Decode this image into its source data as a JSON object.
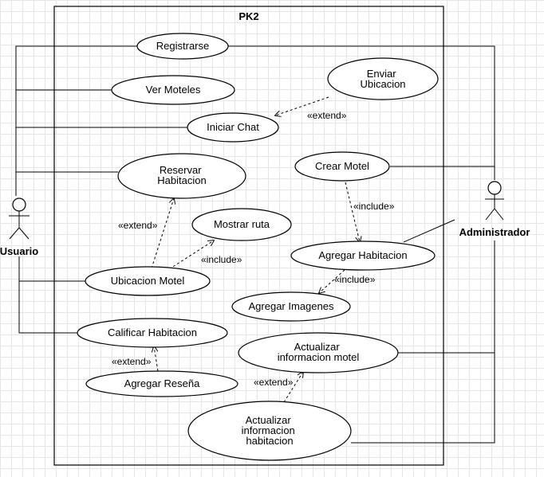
{
  "system": {
    "title": "PK2"
  },
  "actors": {
    "usuario": "Usuario",
    "administrador": "Administrador"
  },
  "use_cases": {
    "registrarse": "Registrarse",
    "ver_moteles": "Ver Moteles",
    "enviar_ubicacion": [
      "Enviar",
      "Ubicacion"
    ],
    "iniciar_chat": "Iniciar Chat",
    "reservar_habitacion": [
      "Reservar",
      "Habitacion"
    ],
    "crear_motel": "Crear Motel",
    "mostrar_ruta": "Mostrar ruta",
    "ubicacion_motel": "Ubicacion Motel",
    "agregar_habitacion": "Agregar Habitacion",
    "agregar_imagenes": "Agregar Imagenes",
    "calificar_habitacion": "Calificar Habitacion",
    "actualizar_motel": [
      "Actualizar",
      "informacion motel"
    ],
    "agregar_resena": "Agregar Reseña",
    "actualizar_habitacion": [
      "Actualizar",
      "informacion",
      "habitacion"
    ]
  },
  "relations": {
    "extend": "«extend»",
    "include": "«include»"
  }
}
